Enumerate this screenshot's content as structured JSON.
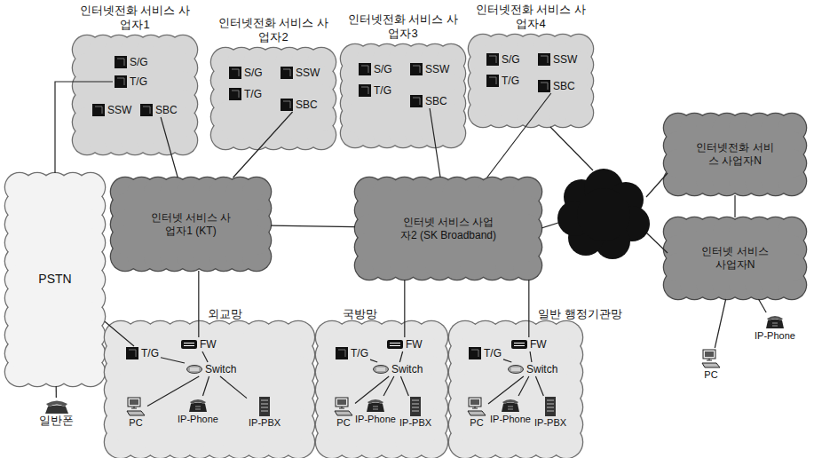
{
  "diagram": {
    "nodes": [
      {
        "text": [
          "인터넷전화 서비스 사업자1"
        ]
      },
      {
        "text": [
          "S/G"
        ],
        "in": 0
      },
      {
        "text": [
          "T/G"
        ],
        "in": 0
      },
      {
        "text": [
          "SSW"
        ],
        "in": 0
      },
      {
        "text": [
          "SBC"
        ],
        "in": 0
      },
      {
        "text": [
          "인터넷전화 서비스 사업자2"
        ]
      },
      {
        "text": [
          "S/G"
        ],
        "in": 5
      },
      {
        "text": [
          "T/G"
        ],
        "in": 5
      },
      {
        "text": [
          "SSW"
        ],
        "in": 5
      },
      {
        "text": [
          "SBC"
        ],
        "in": 5
      },
      {
        "text": [
          "인터넷전화 서비스 사업자3"
        ]
      },
      {
        "text": [
          "S/G"
        ],
        "in": 10
      },
      {
        "text": [
          "T/G"
        ],
        "in": 10
      },
      {
        "text": [
          "SSW"
        ],
        "in": 10
      },
      {
        "text": [
          "SBC"
        ],
        "in": 10
      },
      {
        "text": [
          "인터넷전화 서비스 사업자4"
        ]
      },
      {
        "text": [
          "S/G"
        ],
        "in": 15
      },
      {
        "text": [
          "T/G"
        ],
        "in": 15
      },
      {
        "text": [
          "SSW"
        ],
        "in": 15
      },
      {
        "text": [
          "SBC"
        ],
        "in": 15
      },
      {
        "text": [
          "인터넷 서비스 사업자1 (KT)"
        ]
      },
      {
        "text": [
          "인터넷 서비스 사업자2 (SK Broadband)"
        ]
      },
      {
        "text": [
          "인터넷전화 서비스 사업자N"
        ]
      },
      {
        "text": [
          "인터넷 서비스 사업자N"
        ]
      },
      {
        "text": [
          "PSTN"
        ]
      },
      {
        "text": [
          "외교망"
        ]
      },
      {
        "text": [
          "FW"
        ],
        "in": 25
      },
      {
        "text": [
          "T/G"
        ],
        "in": 25
      },
      {
        "text": [
          "Switch"
        ],
        "in": 25
      },
      {
        "text": [
          "PC"
        ],
        "in": 25
      },
      {
        "text": [
          "IP-Phone"
        ],
        "in": 25
      },
      {
        "text": [
          "IP-PBX"
        ],
        "in": 25
      },
      {
        "text": [
          "국방망"
        ]
      },
      {
        "text": [
          "FW"
        ],
        "in": 32
      },
      {
        "text": [
          "T/G"
        ],
        "in": 32
      },
      {
        "text": [
          "Switch"
        ],
        "in": 32
      },
      {
        "text": [
          "PC"
        ],
        "in": 32
      },
      {
        "text": [
          "IP-Phone"
        ],
        "in": 32
      },
      {
        "text": [
          "IP-PBX"
        ],
        "in": 32
      },
      {
        "text": [
          "일반 행정기관망"
        ]
      },
      {
        "text": [
          "FW"
        ],
        "in": 39
      },
      {
        "text": [
          "T/G"
        ],
        "in": 39
      },
      {
        "text": [
          "Switch"
        ],
        "in": 39
      },
      {
        "text": [
          "PC"
        ],
        "in": 39
      },
      {
        "text": [
          "IP-Phone"
        ],
        "in": 39
      },
      {
        "text": [
          "IP-PBX"
        ],
        "in": 39
      },
      {
        "text": [
          "일반폰"
        ]
      },
      {
        "text": [
          "PC"
        ]
      },
      {
        "text": [
          "IP-Phone"
        ]
      }
    ],
    "edges": [
      {
        "from": 2,
        "to": 24,
        "arrow": "none"
      },
      {
        "from": 4,
        "to": 20,
        "arrow": "none"
      },
      {
        "from": 9,
        "to": 20,
        "arrow": "none"
      },
      {
        "from": 14,
        "to": 21,
        "arrow": "none"
      },
      {
        "from": 19,
        "to": 21,
        "arrow": "none"
      },
      {
        "from": 20,
        "to": 21,
        "arrow": "none"
      },
      {
        "from": 20,
        "to": 26,
        "arrow": "none"
      },
      {
        "from": 21,
        "to": 33,
        "arrow": "none"
      },
      {
        "from": 21,
        "to": 40,
        "arrow": "none"
      },
      {
        "from": 22,
        "to": 23,
        "arrow": "none"
      },
      {
        "from": 24,
        "to": 27,
        "arrow": "none"
      },
      {
        "from": 24,
        "to": 46,
        "arrow": "none"
      },
      {
        "from": 26,
        "to": 28,
        "arrow": "none"
      },
      {
        "from": 28,
        "to": 27,
        "arrow": "none"
      },
      {
        "from": 28,
        "to": 29,
        "arrow": "none"
      },
      {
        "from": 28,
        "to": 30,
        "arrow": "none"
      },
      {
        "from": 28,
        "to": 31,
        "arrow": "none"
      },
      {
        "from": 33,
        "to": 35,
        "arrow": "none"
      },
      {
        "from": 35,
        "to": 34,
        "arrow": "none"
      },
      {
        "from": 35,
        "to": 36,
        "arrow": "none"
      },
      {
        "from": 35,
        "to": 37,
        "arrow": "none"
      },
      {
        "from": 35,
        "to": 38,
        "arrow": "none"
      },
      {
        "from": 40,
        "to": 42,
        "arrow": "none"
      },
      {
        "from": 42,
        "to": 41,
        "arrow": "none"
      },
      {
        "from": 42,
        "to": 43,
        "arrow": "none"
      },
      {
        "from": 42,
        "to": 44,
        "arrow": "none"
      },
      {
        "from": 42,
        "to": 45,
        "arrow": "none"
      },
      {
        "from": 23,
        "to": 47,
        "arrow": "none"
      },
      {
        "from": 23,
        "to": 48,
        "arrow": "none"
      }
    ]
  }
}
